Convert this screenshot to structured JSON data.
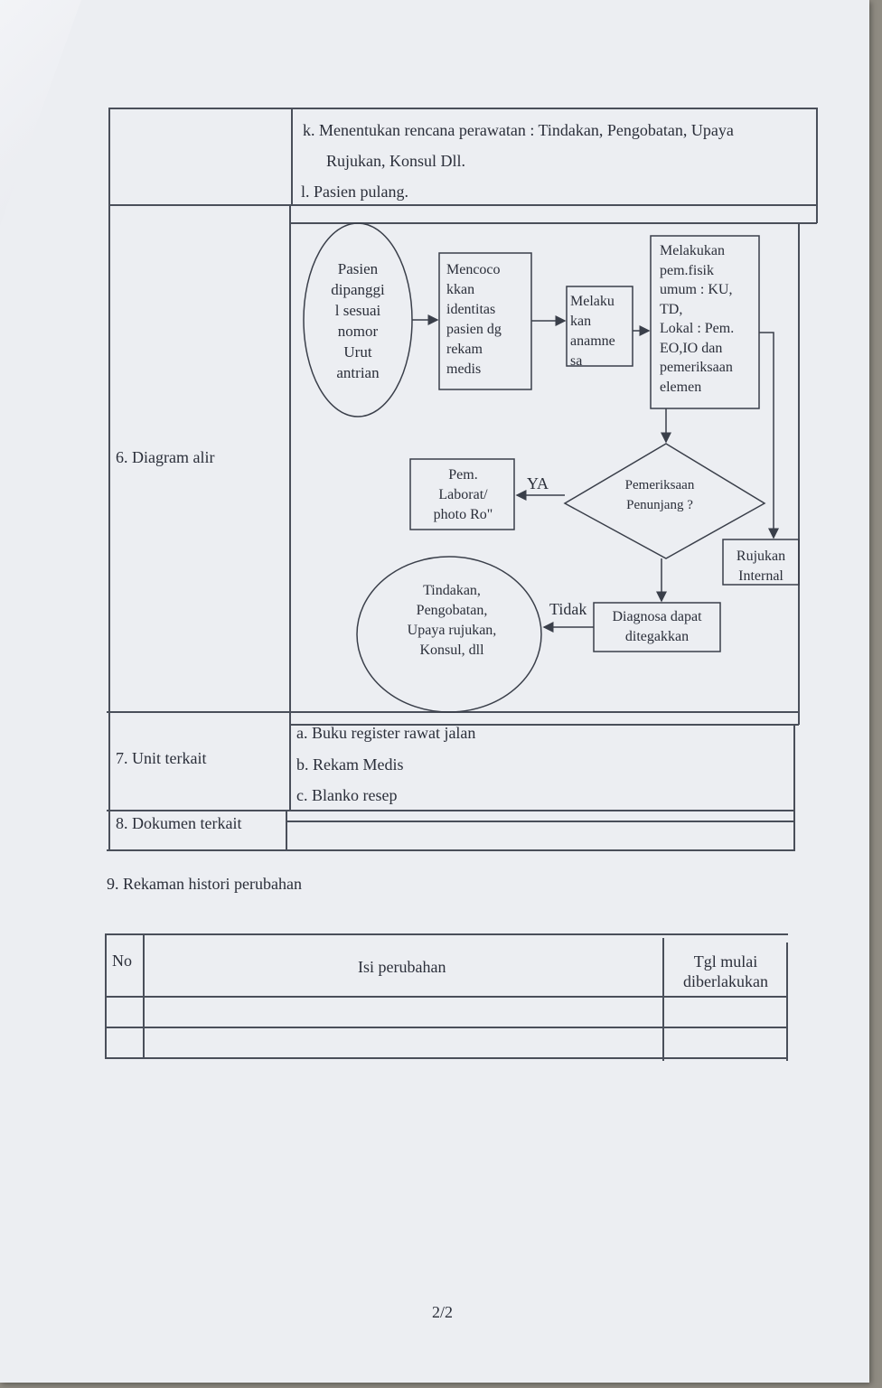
{
  "sections": {
    "row_k": "k. Menentukan rencana perawatan : Tindakan, Pengobatan, Upaya",
    "row_k2": "Rujukan, Konsul Dll.",
    "row_l": "l. Pasien pulang.",
    "diagram_label": "6. Diagram alir",
    "unit_label": "7. Unit terkait",
    "unit_items": [
      "a. Buku register rawat jalan",
      "b. Rekam Medis",
      "c. Blanko resep"
    ],
    "doc_label": "8. Dokumen terkait",
    "history_title": "9. Rekaman histori perubahan"
  },
  "flow": {
    "pasien": [
      "Pasien",
      "dipanggi",
      "l sesuai",
      "nomor",
      "Urut",
      "antrian"
    ],
    "mencocokkan": [
      "Mencoco",
      "kkan",
      "identitas",
      "pasien dg",
      "rekam",
      "medis"
    ],
    "anamnesa": [
      "Melaku",
      "kan",
      "anamne",
      "sa"
    ],
    "fisik": [
      "Melakukan",
      "pem.fisik",
      "umum : KU,",
      "TD,",
      "Lokal : Pem.",
      "EO,IO dan",
      "pemeriksaan",
      "elemen"
    ],
    "penunjang": [
      "Pemeriksaan",
      "Penunjang ?"
    ],
    "lab": [
      "Pem.",
      "Laborat/",
      "photo Ro\""
    ],
    "ya": "YA",
    "rujukan": [
      "Rujukan",
      "Internal"
    ],
    "diagnosa": [
      "Diagnosa dapat",
      "ditegakkan"
    ],
    "tidak": "Tidak",
    "tindakan": [
      "Tindakan,",
      "Pengobatan,",
      "Upaya rujukan,",
      "Konsul, dll"
    ]
  },
  "history_table": {
    "headers": [
      "No",
      "Isi perubahan",
      "Tgl mulai",
      "diberlakukan"
    ]
  },
  "page_number": "2/2"
}
